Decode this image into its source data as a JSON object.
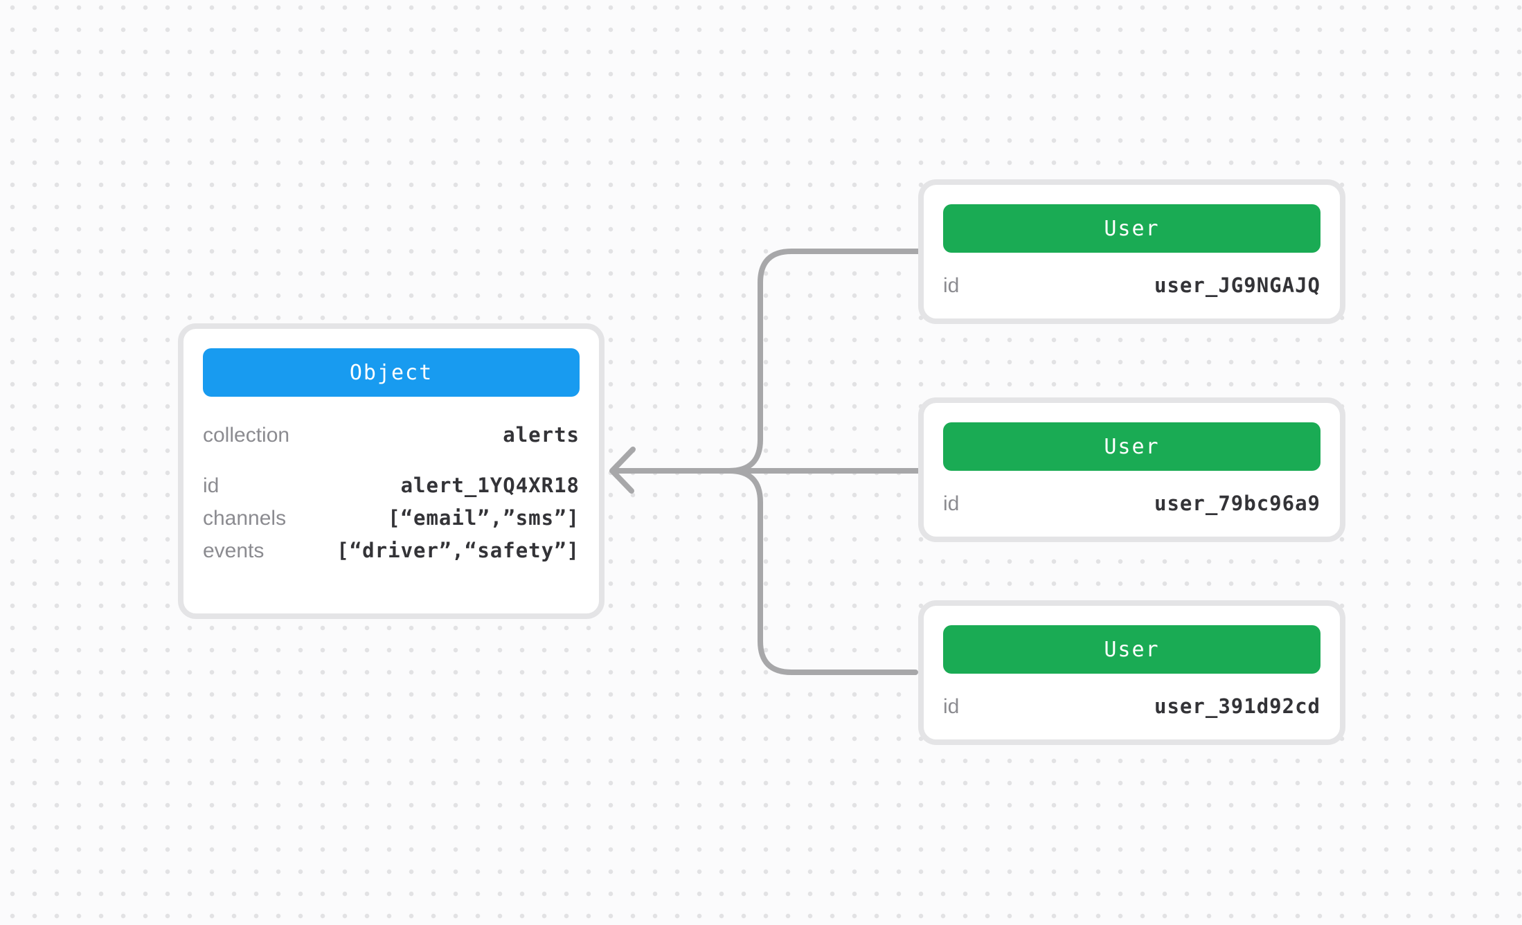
{
  "canvas": {
    "background_color": "#fbfbfc",
    "dot_color": "#e2e2e4"
  },
  "connector": {
    "color": "#a7a7a9",
    "direction": "users-to-object",
    "arrow_icon": "arrow-left"
  },
  "object_card": {
    "header": {
      "label": "Object",
      "color": "#189bf0",
      "text_color": "#ffffff"
    },
    "rows": [
      {
        "label": "collection",
        "value": "alerts"
      },
      {
        "label": "id",
        "value": "alert_1YQ4XR18"
      },
      {
        "label": "channels",
        "value": "[“email”,”sms”]"
      },
      {
        "label": "events",
        "value": "[“driver”,“safety”]"
      }
    ]
  },
  "user_cards": [
    {
      "header": {
        "label": "User",
        "color": "#1aab54",
        "text_color": "#ffffff"
      },
      "rows": [
        {
          "label": "id",
          "value": "user_JG9NGAJQ"
        }
      ]
    },
    {
      "header": {
        "label": "User",
        "color": "#1aab54",
        "text_color": "#ffffff"
      },
      "rows": [
        {
          "label": "id",
          "value": "user_79bc96a9"
        }
      ]
    },
    {
      "header": {
        "label": "User",
        "color": "#1aab54",
        "text_color": "#ffffff"
      },
      "rows": [
        {
          "label": "id",
          "value": "user_391d92cd"
        }
      ]
    }
  ]
}
